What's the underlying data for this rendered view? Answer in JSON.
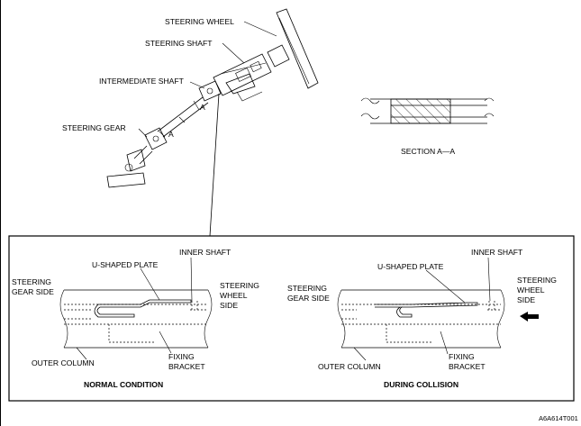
{
  "labels": {
    "steering_wheel": "STEERING WHEEL",
    "steering_shaft": "STEERING SHAFT",
    "intermediate_shaft": "INTERMEDIATE SHAFT",
    "steering_gear": "STEERING GEAR",
    "section_marker": "A",
    "section_title": "SECTION A—A"
  },
  "normal": {
    "inner_shaft": "INNER SHAFT",
    "u_plate": "U-SHAPED PLATE",
    "gear_side_1": "STEERING",
    "gear_side_2": "GEAR SIDE",
    "wheel_side_1": "STEERING",
    "wheel_side_2": "WHEEL",
    "wheel_side_3": "SIDE",
    "outer_column": "OUTER COLUMN",
    "fixing_1": "FIXING",
    "fixing_2": "BRACKET",
    "caption": "NORMAL CONDITION"
  },
  "collision": {
    "inner_shaft": "INNER SHAFT",
    "u_plate": "U-SHAPED PLATE",
    "gear_side_1": "STEERING",
    "gear_side_2": "GEAR SIDE",
    "wheel_side_1": "STEERING",
    "wheel_side_2": "WHEEL",
    "wheel_side_3": "SIDE",
    "outer_column": "OUTER COLUMN",
    "fixing_1": "FIXING",
    "fixing_2": "BRACKET",
    "caption": "DURING COLLISION"
  },
  "figure_code": "A6A614T001"
}
